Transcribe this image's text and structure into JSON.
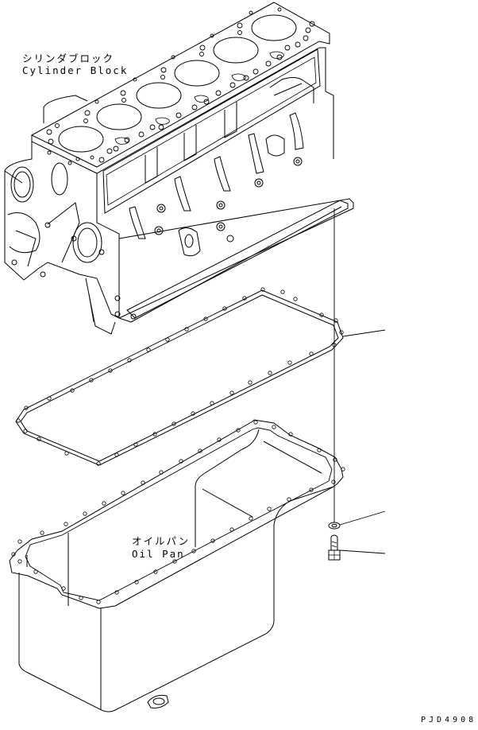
{
  "diagram": {
    "type": "exploded-parts-diagram",
    "background": "#ffffff",
    "line_color": "#000000",
    "parts": [
      {
        "id": "cylinder-block",
        "label_jp": "シリンダブロック",
        "label_en": "Cylinder Block"
      },
      {
        "id": "oil-pan-gasket",
        "label_jp": "",
        "label_en": ""
      },
      {
        "id": "oil-pan",
        "label_jp": "オイルパン",
        "label_en": "Oil Pan"
      },
      {
        "id": "washer",
        "label_jp": "",
        "label_en": ""
      },
      {
        "id": "bolt",
        "label_jp": "",
        "label_en": ""
      }
    ],
    "drawing_code": "PJD4908"
  }
}
